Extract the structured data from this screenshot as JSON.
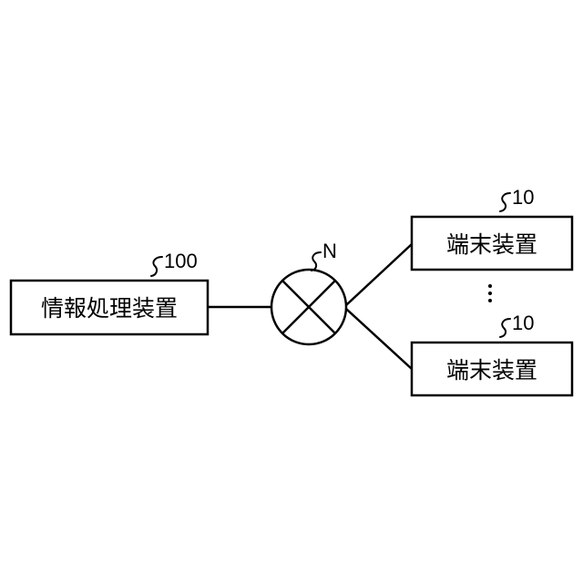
{
  "diagram": {
    "info_device": {
      "label": "情報処理装置",
      "ref": "100"
    },
    "network": {
      "ref": "N"
    },
    "terminal_top": {
      "label": "端末装置",
      "ref": "10"
    },
    "terminal_bottom": {
      "label": "端末装置",
      "ref": "10"
    },
    "ellipsis": "⋮"
  },
  "colors": {
    "stroke": "#000000",
    "background": "#ffffff"
  }
}
